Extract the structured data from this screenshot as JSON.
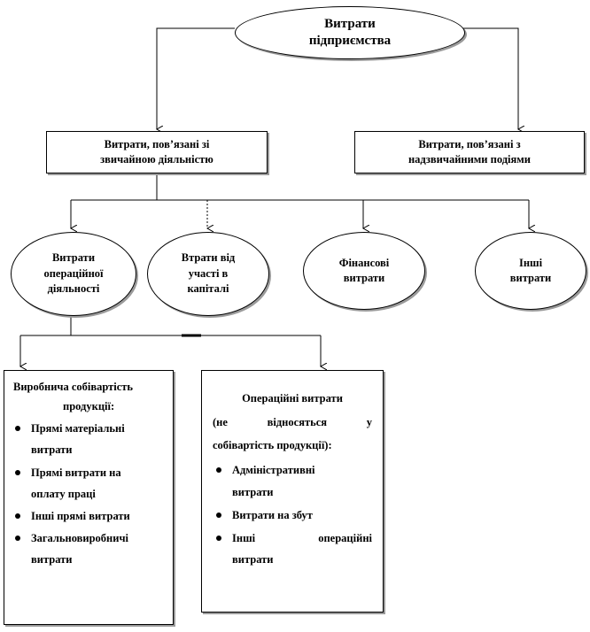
{
  "top": {
    "line1": "Витрати",
    "line2": "підприємства"
  },
  "level1": {
    "ordinary": {
      "line1": "Витрати, пов’язані зі",
      "line2": "звичайною діяльністю"
    },
    "extraordinary": {
      "line1": "Витрати, пов’язані з",
      "line2": "надзвичайними подіями"
    }
  },
  "level2": {
    "operating": {
      "line1": "Витрати",
      "line2": "операційної",
      "line3": "діяльності"
    },
    "capital": {
      "line1": "Втрати від",
      "line2": "участі в",
      "line3": "капіталі"
    },
    "financial": {
      "line1": "Фінансові",
      "line2": "витрати"
    },
    "other": {
      "line1": "Інші",
      "line2": "витрати"
    }
  },
  "production": {
    "heading1": "Виробнича собівартість",
    "heading2": "продукції:",
    "items": [
      {
        "line1": "Прямі матеріальні",
        "line2": "витрати"
      },
      {
        "line1": "Прямі витрати на",
        "line2": "оплату праці"
      },
      {
        "line1": "Інші прямі витрати",
        "line2": ""
      },
      {
        "line1": "Загальновиробничі",
        "line2": "витрати"
      }
    ]
  },
  "operating_costs": {
    "heading": "Операційні витрати",
    "note_w1": "(не",
    "note_w2": "відносяться",
    "note_w3": "у",
    "note_line2": "собівартість продукції):",
    "items": [
      {
        "line1": "Адміністративні",
        "line2": "витрати"
      },
      {
        "line1": "Витрати на збут",
        "line2": ""
      },
      {
        "line1a": "Інші",
        "line1b": "операційні",
        "line2": "витрати"
      }
    ]
  }
}
